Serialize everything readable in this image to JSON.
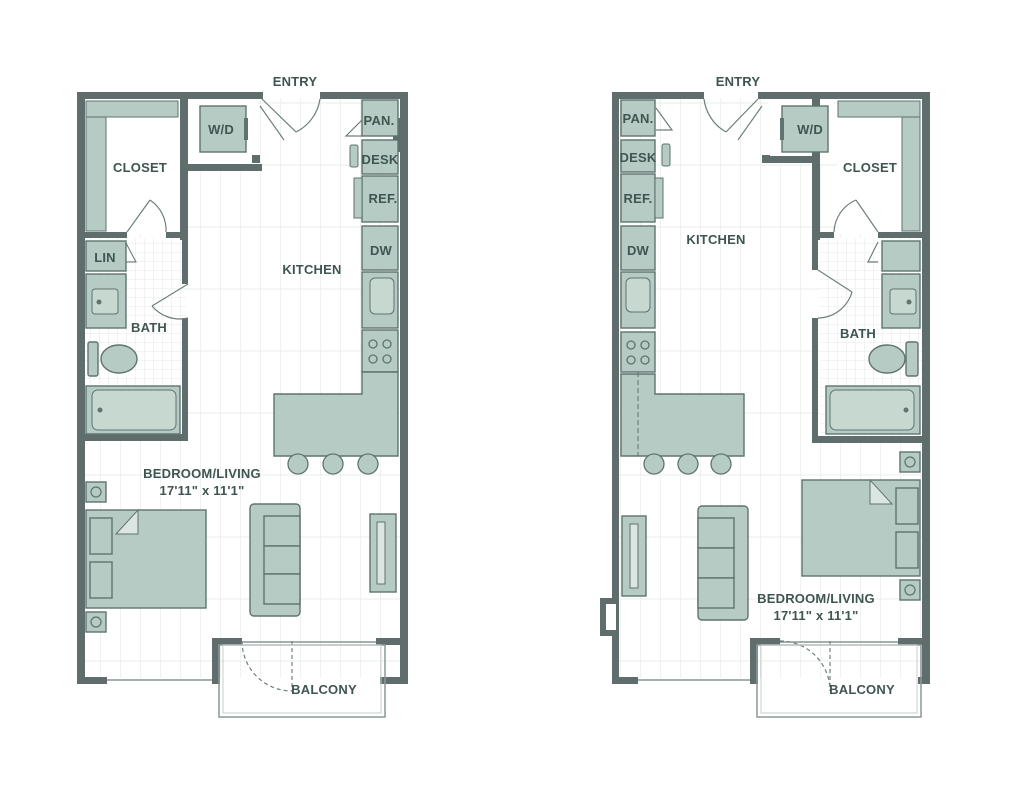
{
  "colors": {
    "wall": "#5f6e6c",
    "fixture": "#b5cbc3",
    "floor_line": "#dfe4e3",
    "text": "#3f5552"
  },
  "plans": [
    {
      "entry": "ENTRY",
      "wd": "W/D",
      "closet": "CLOSET",
      "lin": "LIN",
      "bath": "BATH",
      "kitchen": "KITCHEN",
      "pantry": "PAN.",
      "desk": "DESK",
      "ref": "REF.",
      "dw": "DW",
      "bedroom_living": "BEDROOM/LIVING",
      "dimensions": "17'11\" x 11'1\"",
      "balcony": "BALCONY"
    },
    {
      "entry": "ENTRY",
      "wd": "W/D",
      "closet": "CLOSET",
      "bath": "BATH",
      "kitchen": "KITCHEN",
      "pantry": "PAN.",
      "desk": "DESK",
      "ref": "REF.",
      "dw": "DW",
      "bedroom_living": "BEDROOM/LIVING",
      "dimensions": "17'11\" x 11'1\"",
      "balcony": "BALCONY"
    }
  ]
}
